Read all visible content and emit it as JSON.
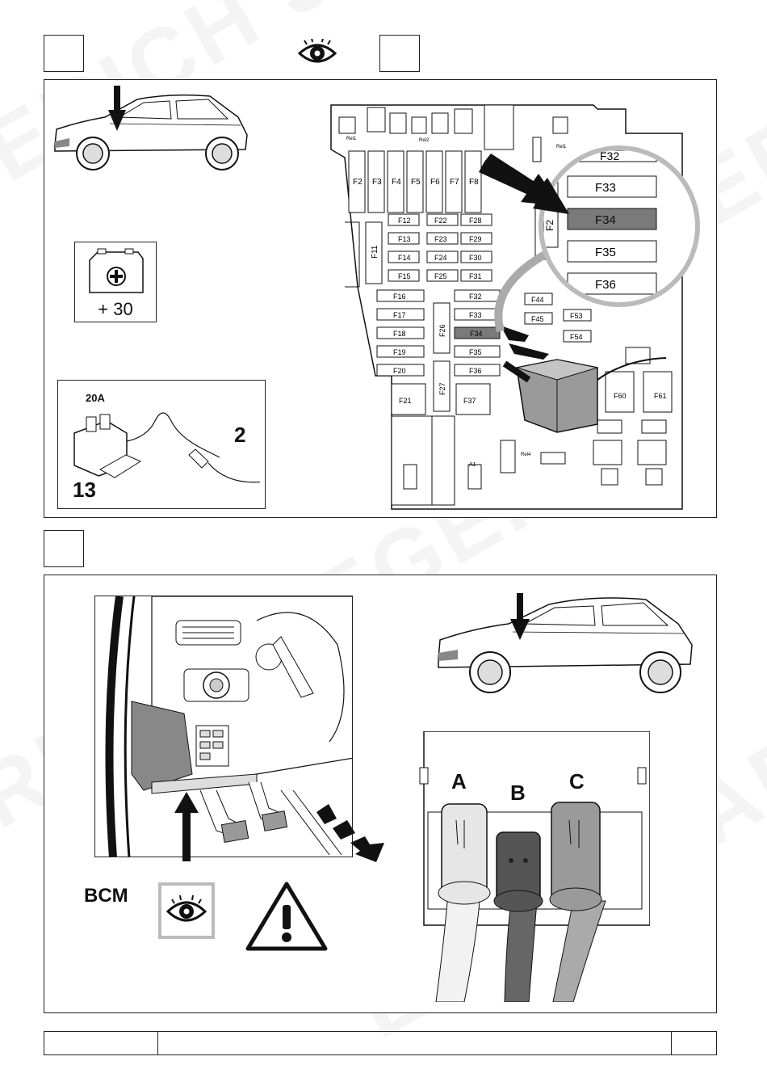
{
  "fuse_box": {
    "fuses": [
      "F2",
      "F3",
      "F4",
      "F5",
      "F6",
      "F7",
      "F8",
      "F11",
      "F12",
      "F13",
      "F14",
      "F15",
      "F16",
      "F17",
      "F18",
      "F19",
      "F20",
      "F21",
      "F22",
      "F23",
      "F24",
      "F25",
      "F26",
      "F27",
      "F28",
      "F29",
      "F30",
      "F31",
      "F34",
      "F35",
      "F36",
      "F37",
      "F44",
      "F45",
      "F53",
      "F54",
      "F60",
      "F61"
    ],
    "highlighted_fuse": "F34",
    "relays": [
      "Rel1",
      "Rel2",
      "Rel1",
      "Rel4",
      "A1"
    ],
    "zoom_fuses": [
      "F32",
      "F33",
      "F34",
      "F35",
      "F36"
    ]
  },
  "battery": {
    "label": "+ 30"
  },
  "fuse_kit": {
    "rating": "20A",
    "part_a": "2",
    "part_b": "13"
  },
  "bcm": {
    "label": "BCM"
  },
  "connectors": {
    "a": "A",
    "b": "B",
    "c": "C"
  },
  "colors": {
    "highlight": "#7a7a7a",
    "dark_connector": "#555555",
    "light_connector": "#e6e6e6",
    "mid_connector": "#9a9a9a"
  },
  "icons": [
    "eye-icon",
    "warning-icon",
    "battery-icon",
    "arrow-icon",
    "car-icon"
  ]
}
